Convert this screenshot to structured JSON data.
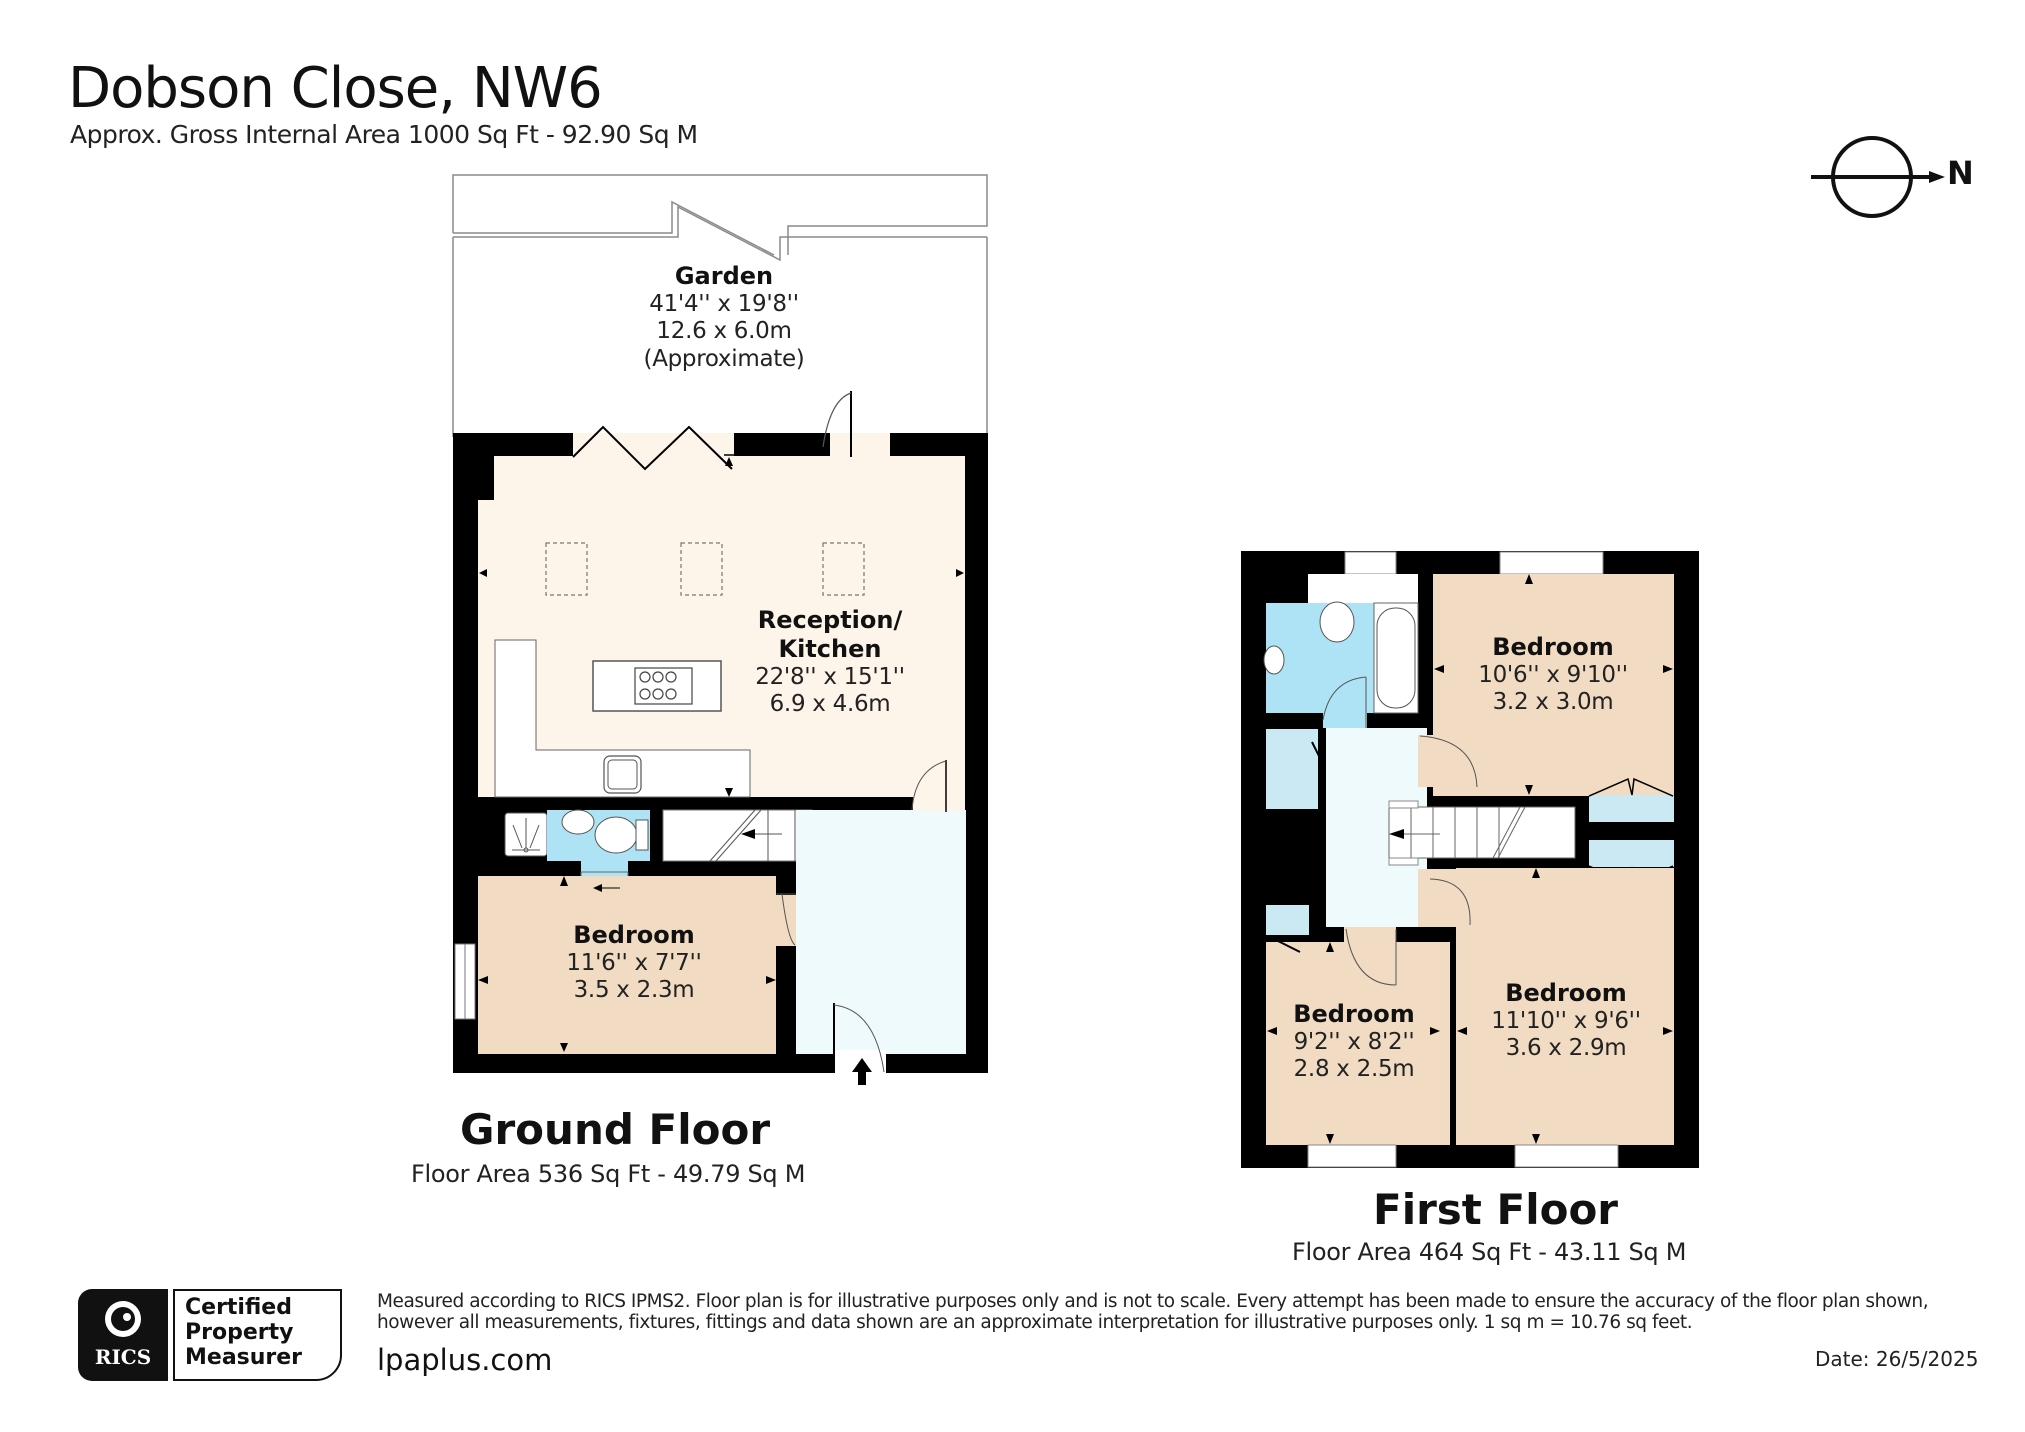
{
  "header": {
    "title": "Dobson Close, NW6",
    "subtitle": "Approx. Gross Internal Area 1000 Sq Ft - 92.90 Sq M"
  },
  "compass": {
    "icon": "north-arrow-icon",
    "label": "N"
  },
  "ground_floor": {
    "title": "Ground Floor",
    "area": "Floor Area 536 Sq Ft - 49.79 Sq M",
    "rooms": [
      {
        "name": "Garden",
        "dim_imperial": "41'4'' x 19'8''",
        "dim_metric": "12.6 x 6.0m",
        "note": "(Approximate)"
      },
      {
        "name": "Reception/",
        "name2": "Kitchen",
        "dim_imperial": "22'8'' x 15'1''",
        "dim_metric": "6.9 x 4.6m"
      },
      {
        "name": "Bedroom",
        "dim_imperial": "11'6'' x 7'7''",
        "dim_metric": "3.5 x 2.3m"
      }
    ]
  },
  "first_floor": {
    "title": "First Floor",
    "area": "Floor Area 464 Sq Ft - 43.11 Sq M",
    "rooms": [
      {
        "name": "Bedroom",
        "dim_imperial": "10'6'' x 9'10''",
        "dim_metric": "3.2 x 3.0m"
      },
      {
        "name": "Bedroom",
        "dim_imperial": "9'2'' x 8'2''",
        "dim_metric": "2.8 x 2.5m"
      },
      {
        "name": "Bedroom",
        "dim_imperial": "11'10'' x 9'6''",
        "dim_metric": "3.6 x 2.9m"
      }
    ]
  },
  "footer": {
    "badge": {
      "org": "RICS",
      "line1": "Certified",
      "line2": "Property",
      "line3": "Measurer"
    },
    "disclaimer_line1": "Measured according to RICS IPMS2. Floor plan is for illustrative purposes only and is not to scale. Every attempt has been made to ensure the accuracy of the floor plan shown,",
    "disclaimer_line2": "however all measurements, fixtures, fittings and data shown are an approximate interpretation for illustrative purposes only. 1 sq m = 10.76 sq feet.",
    "website": "lpaplus.com",
    "date": "Date: 26/5/2025"
  },
  "colors": {
    "wall": "#000000",
    "reception": "#fdf4ea",
    "bedroom": "#f1dcc3",
    "bathroom": "#aee3f5",
    "hallway": "#effafd",
    "storage": "#cbe9f3",
    "garden_line": "#888888"
  }
}
